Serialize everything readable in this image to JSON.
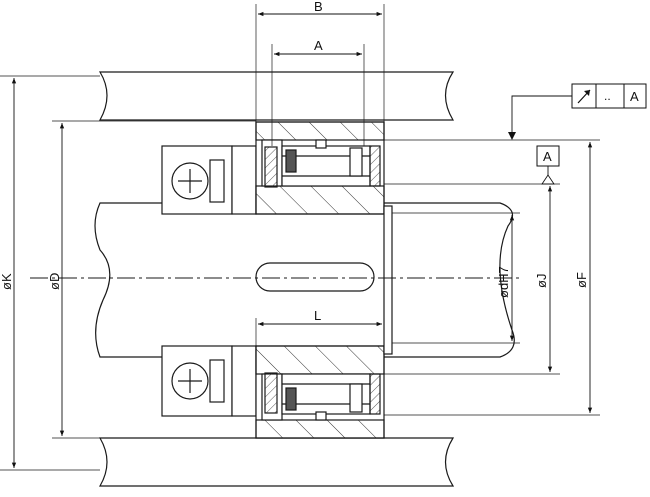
{
  "drawing": {
    "line_color": "#1a1a1a",
    "hatch_color": "#333333",
    "center_line_style": "dash-dot"
  },
  "dimensions": {
    "B": "B",
    "A": "A",
    "L": "L",
    "K": "øK",
    "D": "øD",
    "dH7": "ødH7",
    "J": "øJ",
    "F": "øF"
  },
  "datum": {
    "label": "A"
  },
  "tolerance_frame": {
    "symbol": "runout-arrow-icon",
    "value": "..",
    "datum": "A"
  }
}
